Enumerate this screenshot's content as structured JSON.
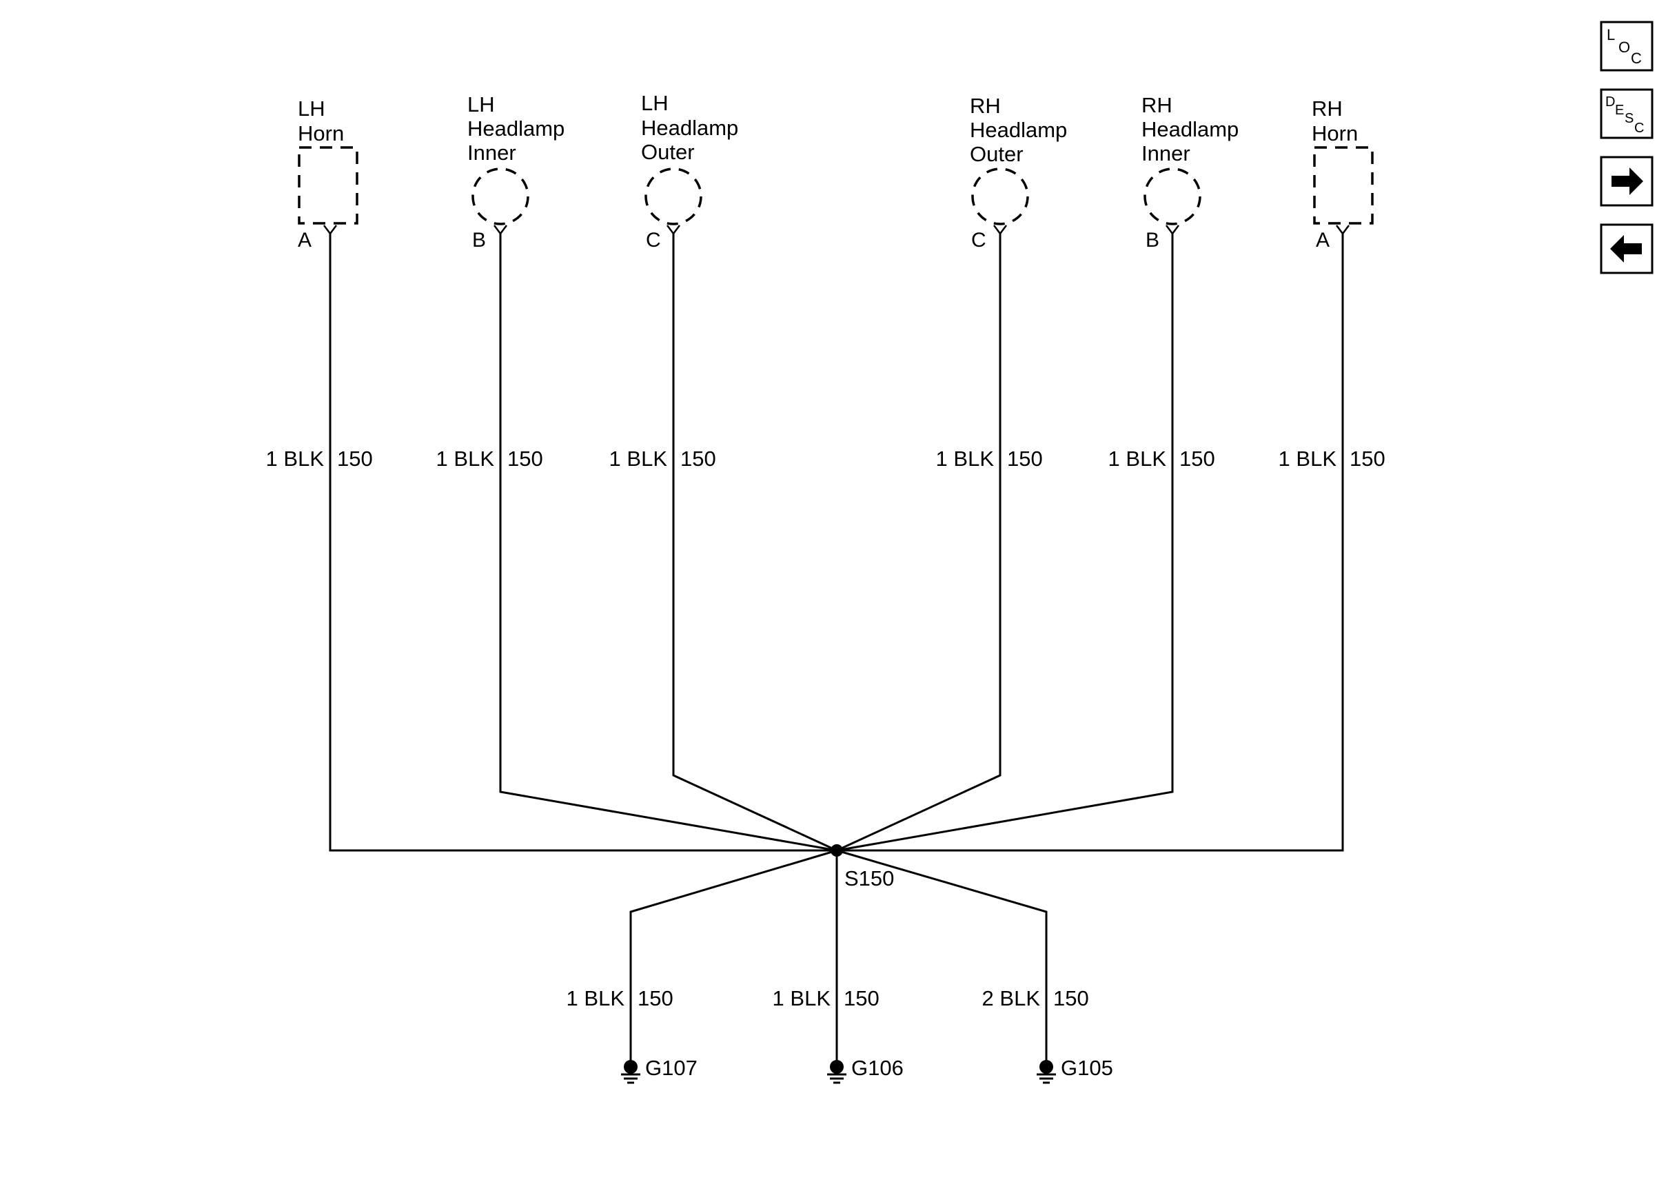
{
  "diagram": {
    "components": [
      {
        "lines": [
          "LH",
          "Horn"
        ],
        "pin": "A",
        "shape": "rect"
      },
      {
        "lines": [
          "LH",
          "Headlamp",
          "Inner"
        ],
        "pin": "B",
        "shape": "circle"
      },
      {
        "lines": [
          "LH",
          "Headlamp",
          "Outer"
        ],
        "pin": "C",
        "shape": "circle"
      },
      {
        "lines": [
          "RH",
          "Headlamp",
          "Outer"
        ],
        "pin": "C",
        "shape": "circle"
      },
      {
        "lines": [
          "RH",
          "Headlamp",
          "Inner"
        ],
        "pin": "B",
        "shape": "circle"
      },
      {
        "lines": [
          "RH",
          "Horn"
        ],
        "pin": "A",
        "shape": "rect"
      }
    ],
    "upper_wires": [
      {
        "size_color": "1 BLK",
        "circuit": "150"
      },
      {
        "size_color": "1 BLK",
        "circuit": "150"
      },
      {
        "size_color": "1 BLK",
        "circuit": "150"
      },
      {
        "size_color": "1 BLK",
        "circuit": "150"
      },
      {
        "size_color": "1 BLK",
        "circuit": "150"
      },
      {
        "size_color": "1 BLK",
        "circuit": "150"
      }
    ],
    "splice": {
      "label": "S150"
    },
    "grounds": [
      {
        "label": "G107",
        "size_color": "1 BLK",
        "circuit": "150"
      },
      {
        "label": "G106",
        "size_color": "1 BLK",
        "circuit": "150"
      },
      {
        "label": "G105",
        "size_color": "2 BLK",
        "circuit": "150"
      }
    ],
    "line_color": "#000000"
  },
  "nav": {
    "loc": {
      "l": "L",
      "o": "O",
      "c": "C"
    },
    "desc": {
      "d": "D",
      "e": "E",
      "s": "S",
      "c": "C"
    },
    "next_icon": "arrow-right-icon",
    "prev_icon": "arrow-left-icon"
  }
}
